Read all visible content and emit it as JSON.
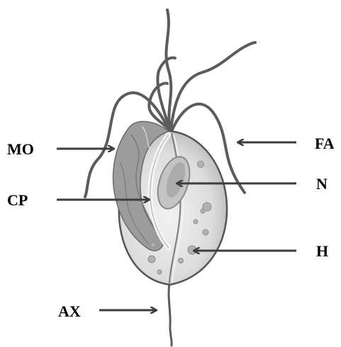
{
  "labels": {
    "mo": "MO",
    "cp": "CP",
    "ax": "AX",
    "fa": "FA",
    "n": "N",
    "h": "H"
  },
  "colors": {
    "body_fill": "#e6e6e6",
    "body_stroke": "#555555",
    "membrane_fill": "#9c9c9c",
    "flagella": "#5c5c5c",
    "arrow": "#3d3d3d",
    "nucleus": "#bdbdbd"
  }
}
